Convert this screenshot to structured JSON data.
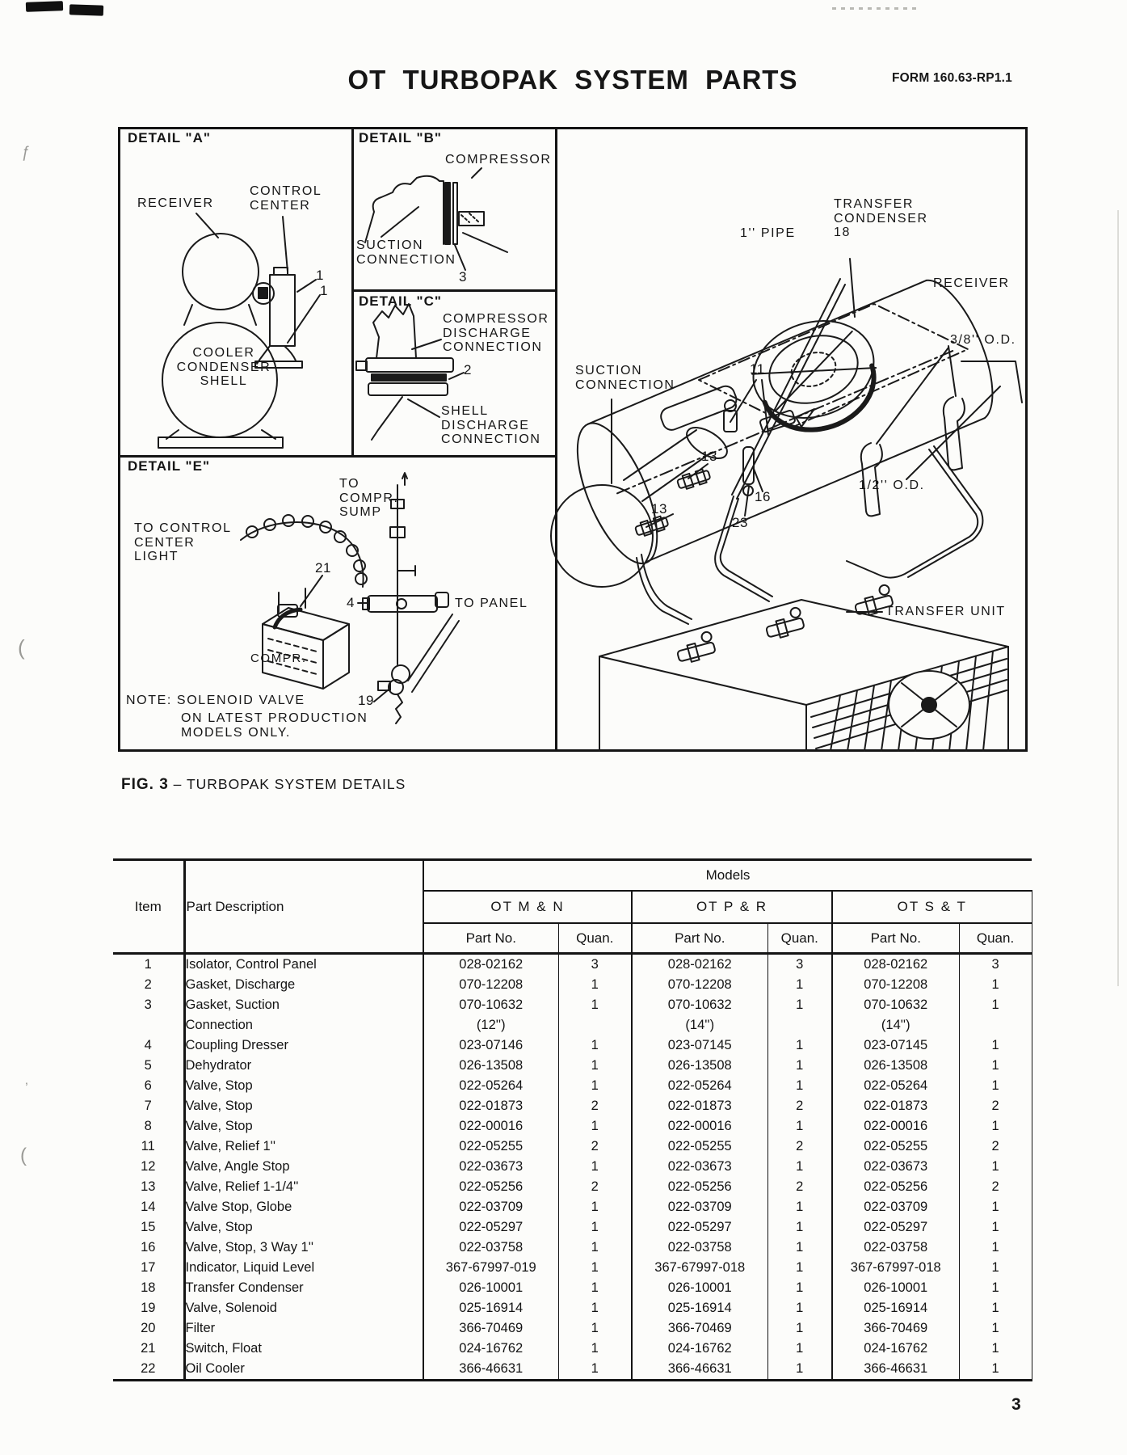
{
  "page": {
    "title": "OT TURBOPAK SYSTEM PARTS",
    "form_number": "FORM 160.63-RP1.1",
    "page_number": "3"
  },
  "figure": {
    "caption_lead": "FIG. 3",
    "caption_rest": "– TURBOPAK SYSTEM DETAILS",
    "detail_a": {
      "title": "DETAIL \"A\"",
      "receiver": "RECEIVER",
      "control_center": "CONTROL\nCENTER",
      "cooler": "COOLER\nCONDENSER\nSHELL",
      "callout_1a": "1",
      "callout_1b": "1"
    },
    "detail_b": {
      "title": "DETAIL \"B\"",
      "compressor": "COMPRESSOR",
      "suction": "SUCTION\nCONNECTION",
      "callout_3": "3"
    },
    "detail_c": {
      "title": "DETAIL \"C\"",
      "discharge": "COMPRESSOR\nDISCHARGE\nCONNECTION",
      "callout_2": "2",
      "shell": "SHELL\nDISCHARGE\nCONNECTION"
    },
    "detail_e": {
      "title": "DETAIL \"E\"",
      "sump": "TO\nCOMPR.\nSUMP",
      "control_light": "TO CONTROL\nCENTER\nLIGHT",
      "callout_21": "21",
      "callout_4": "4",
      "to_panel": "TO PANEL",
      "compr": "COMPR.",
      "callout_19": "19",
      "note_head": "NOTE: SOLENOID VALVE",
      "note_rest": "ON LATEST  PRODUCTION\nMODELS ONLY."
    },
    "main": {
      "pipe": "1'' PIPE",
      "transfer_condenser": "TRANSFER\nCONDENSER\n18",
      "receiver": "RECEIVER",
      "od_38": "3/8'' O.D.",
      "suction": "SUCTION\nCONNECTION",
      "c11": "11",
      "c13a": "13",
      "c13b": "13",
      "c16": "16",
      "c23": "23",
      "od_12": "1/2'' O.D.",
      "transfer_unit": "TRANSFER UNIT"
    }
  },
  "table": {
    "item_header": "Item",
    "desc_header": "Part Description",
    "models_header": "Models",
    "groups": [
      "OT  M & N",
      "OT  P & R",
      "OT  S & T"
    ],
    "part_no_header": "Part No.",
    "quan_header": "Quan.",
    "rows": [
      {
        "item": "1",
        "desc": "Isolator, Control Panel",
        "cols": [
          "028-02162",
          "3",
          "028-02162",
          "3",
          "028-02162",
          "3"
        ]
      },
      {
        "item": "2",
        "desc": "Gasket, Discharge",
        "cols": [
          "070-12208",
          "1",
          "070-12208",
          "1",
          "070-12208",
          "1"
        ]
      },
      {
        "item": "3",
        "desc": "Gasket, Suction",
        "desc2": "Connection",
        "cols": [
          "070-10632",
          "1",
          "070-10632",
          "1",
          "070-10632",
          "1"
        ],
        "cols2": [
          "(12'')",
          "",
          "(14'')",
          "",
          "(14'')",
          ""
        ]
      },
      {
        "item": "4",
        "desc": "Coupling Dresser",
        "cols": [
          "023-07146",
          "1",
          "023-07145",
          "1",
          "023-07145",
          "1"
        ]
      },
      {
        "item": "5",
        "desc": "Dehydrator",
        "cols": [
          "026-13508",
          "1",
          "026-13508",
          "1",
          "026-13508",
          "1"
        ]
      },
      {
        "item": "6",
        "desc": "Valve, Stop",
        "cols": [
          "022-05264",
          "1",
          "022-05264",
          "1",
          "022-05264",
          "1"
        ]
      },
      {
        "item": "7",
        "desc": "Valve, Stop",
        "cols": [
          "022-01873",
          "2",
          "022-01873",
          "2",
          "022-01873",
          "2"
        ]
      },
      {
        "item": "8",
        "desc": "Valve, Stop",
        "cols": [
          "022-00016",
          "1",
          "022-00016",
          "1",
          "022-00016",
          "1"
        ]
      },
      {
        "item": "11",
        "desc": "Valve, Relief 1''",
        "gap": true,
        "cols": [
          "022-05255",
          "2",
          "022-05255",
          "2",
          "022-05255",
          "2"
        ]
      },
      {
        "item": "12",
        "desc": "Valve, Angle Stop",
        "cols": [
          "022-03673",
          "1",
          "022-03673",
          "1",
          "022-03673",
          "1"
        ]
      },
      {
        "item": "13",
        "desc": "Valve, Relief 1-1/4''",
        "cols": [
          "022-05256",
          "2",
          "022-05256",
          "2",
          "022-05256",
          "2"
        ]
      },
      {
        "item": "14",
        "desc": "Valve Stop, Globe",
        "cols": [
          "022-03709",
          "1",
          "022-03709",
          "1",
          "022-03709",
          "1"
        ]
      },
      {
        "item": "15",
        "desc": "Valve, Stop",
        "cols": [
          "022-05297",
          "1",
          "022-05297",
          "1",
          "022-05297",
          "1"
        ]
      },
      {
        "item": "16",
        "desc": "Valve, Stop, 3 Way 1''",
        "cols": [
          "022-03758",
          "1",
          "022-03758",
          "1",
          "022-03758",
          "1"
        ]
      },
      {
        "item": "17",
        "desc": "Indicator, Liquid Level",
        "cols": [
          "367-67997-019",
          "1",
          "367-67997-018",
          "1",
          "367-67997-018",
          "1"
        ]
      },
      {
        "item": "18",
        "desc": "Transfer Condenser",
        "cols": [
          "026-10001",
          "1",
          "026-10001",
          "1",
          "026-10001",
          "1"
        ]
      },
      {
        "item": "19",
        "desc": "Valve, Solenoid",
        "cols": [
          "025-16914",
          "1",
          "025-16914",
          "1",
          "025-16914",
          "1"
        ]
      },
      {
        "item": "20",
        "desc": "Filter",
        "cols": [
          "366-70469",
          "1",
          "366-70469",
          "1",
          "366-70469",
          "1"
        ]
      },
      {
        "item": "21",
        "desc": "Switch, Float",
        "cols": [
          "024-16762",
          "1",
          "024-16762",
          "1",
          "024-16762",
          "1"
        ]
      },
      {
        "item": "22",
        "desc": "Oil Cooler",
        "cols": [
          "366-46631",
          "1",
          "366-46631",
          "1",
          "366-46631",
          "1"
        ]
      }
    ]
  }
}
